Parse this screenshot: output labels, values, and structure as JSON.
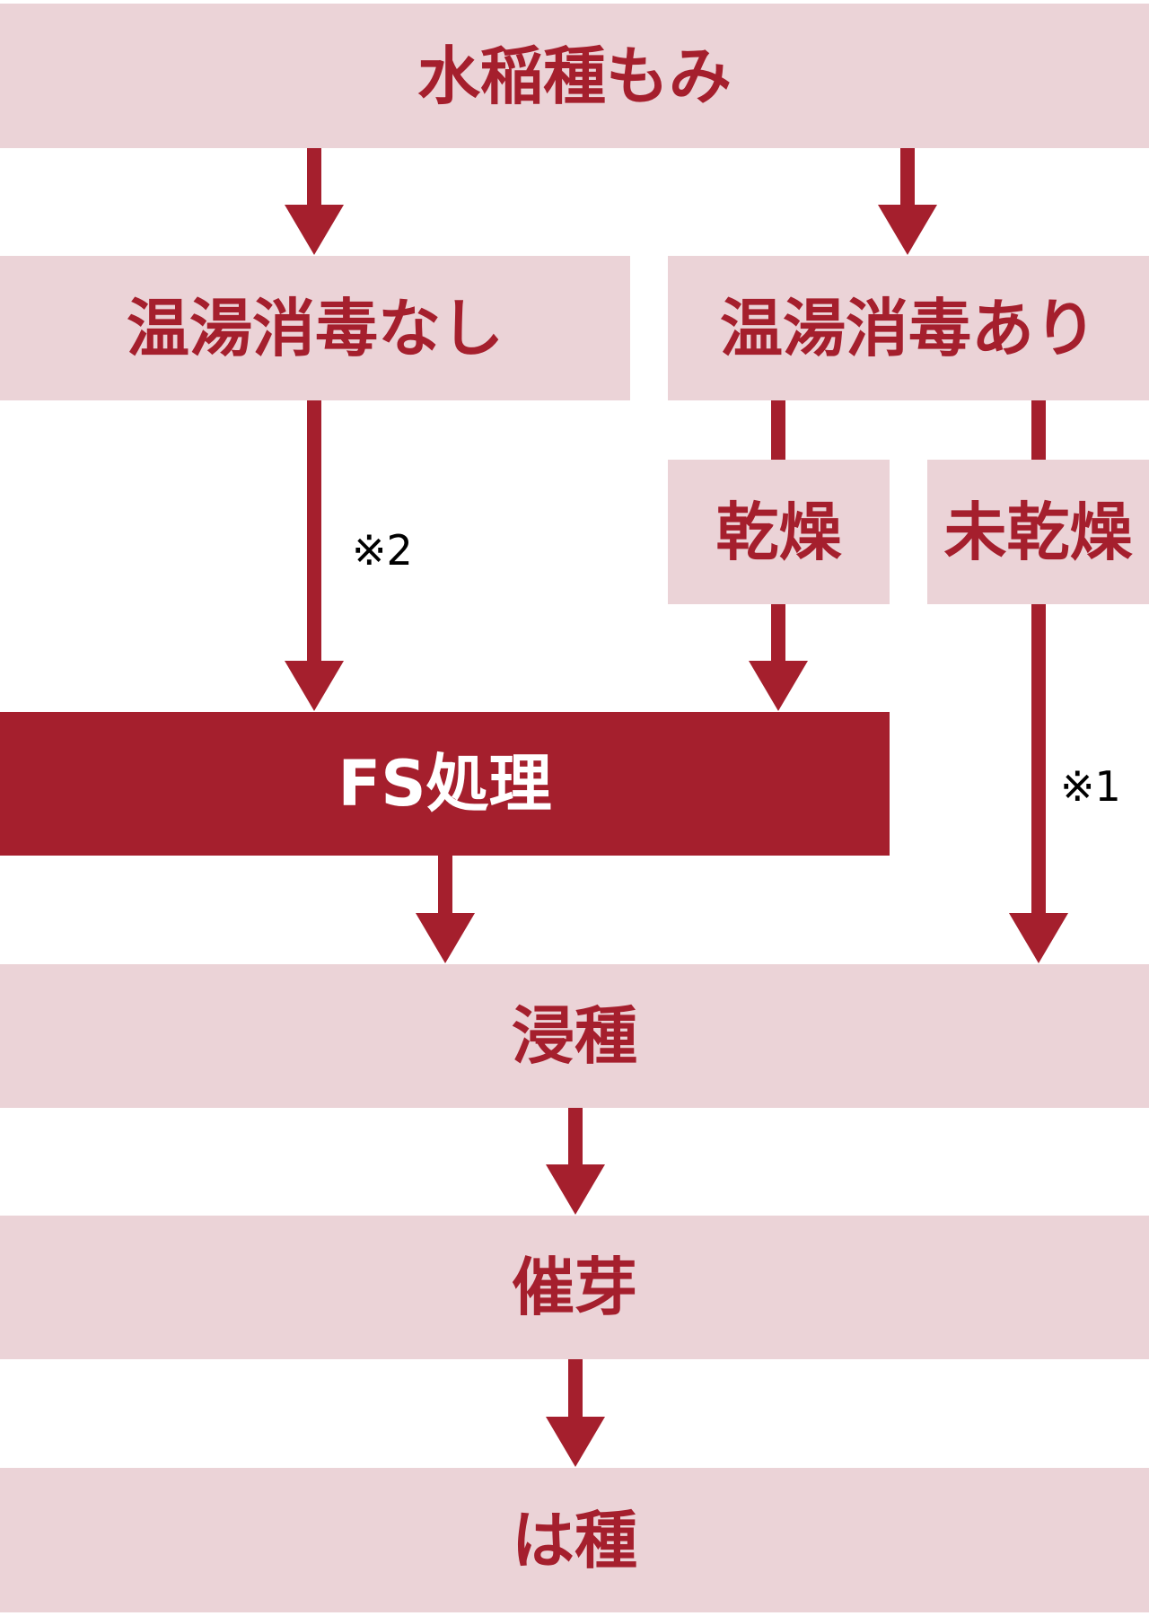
{
  "colors": {
    "accent": "#a51f2d",
    "box_fill": "#ebd3d7",
    "background": "#ffffff"
  },
  "nodes": {
    "seed_rice": "水稲種もみ",
    "no_hot_water": "温湯消毒なし",
    "with_hot_water": "温湯消毒あり",
    "dried": "乾燥",
    "not_dried": "未乾燥",
    "fs_treatment": "FS処理",
    "soaking": "浸種",
    "germination": "催芽",
    "sowing_seed": "は種"
  },
  "notes": {
    "note_1": "※1",
    "note_2": "※2"
  }
}
